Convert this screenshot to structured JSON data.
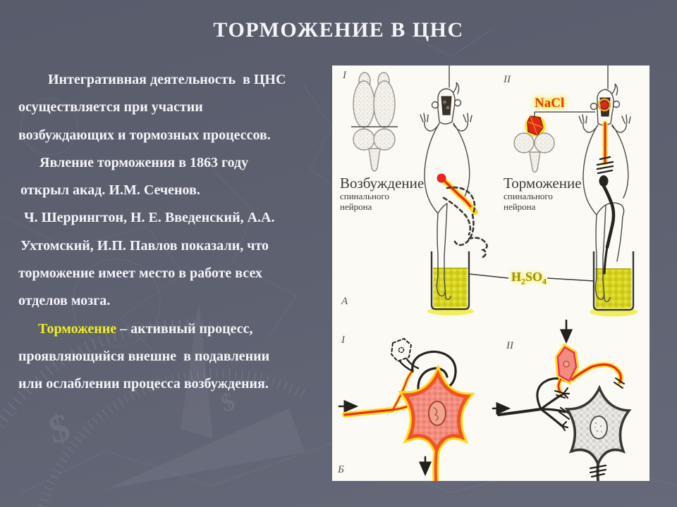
{
  "slide": {
    "title": "ТОРМОЖЕНИЕ В ЦНС"
  },
  "colors": {
    "background": "#5d6170",
    "text": "#f4f4f8",
    "highlight": "#f2ee20",
    "panel": "#fbfaf5",
    "figure_ink": "#3b3935",
    "nerve_red": "#e8251f",
    "halo_yellow": "#ffd81c",
    "acid_yellow": "#d4d21e",
    "nacl_red": "#e03c0f",
    "acid_label": "#9b8d04",
    "cell_pink": "#f28b80",
    "pink_outline": "#e8315b",
    "orange_outline": "#f0541e"
  },
  "left_text": {
    "line1": "Интегративная деятельность  в ЦНС",
    "line2": "осуществляется при участии",
    "line3": "возбуждающих и тормозных процессов.",
    "line4": "Явление торможения в 1863 году",
    "line5": "открыл акад. И.М. Сеченов.",
    "line6": "Ч. Шеррингтон, Н. Е. Введенский, А.А.",
    "line7": "Ухтомский, И.П. Павлов показали, что",
    "line8": "торможение имеет место в работе всех",
    "line9": "отделов мозга.",
    "line10_highlight": "Торможение",
    "line10_rest": " – активный процесс,",
    "line11": "проявляющийся внешне  в подавлении",
    "line12": "или ослаблении процесса возбуждения."
  },
  "figure": {
    "numerals": {
      "top_left": "I",
      "top_right": "II",
      "section_top": "А",
      "bottom_left": "I",
      "section_bottom": "Б",
      "bottom_right": "II"
    },
    "excitation": {
      "title": "Возбуждение",
      "sub1": "спинального",
      "sub2": "нейрона"
    },
    "inhibition": {
      "title": "Торможение",
      "sub1": "спинального",
      "sub2": "нейрона"
    },
    "nacl_label": "NaCl",
    "acid": {
      "el1": "H",
      "sub1": "2",
      "el2": "SO",
      "sub2": "4"
    }
  },
  "watermark": {
    "currency_glyph": "$"
  }
}
